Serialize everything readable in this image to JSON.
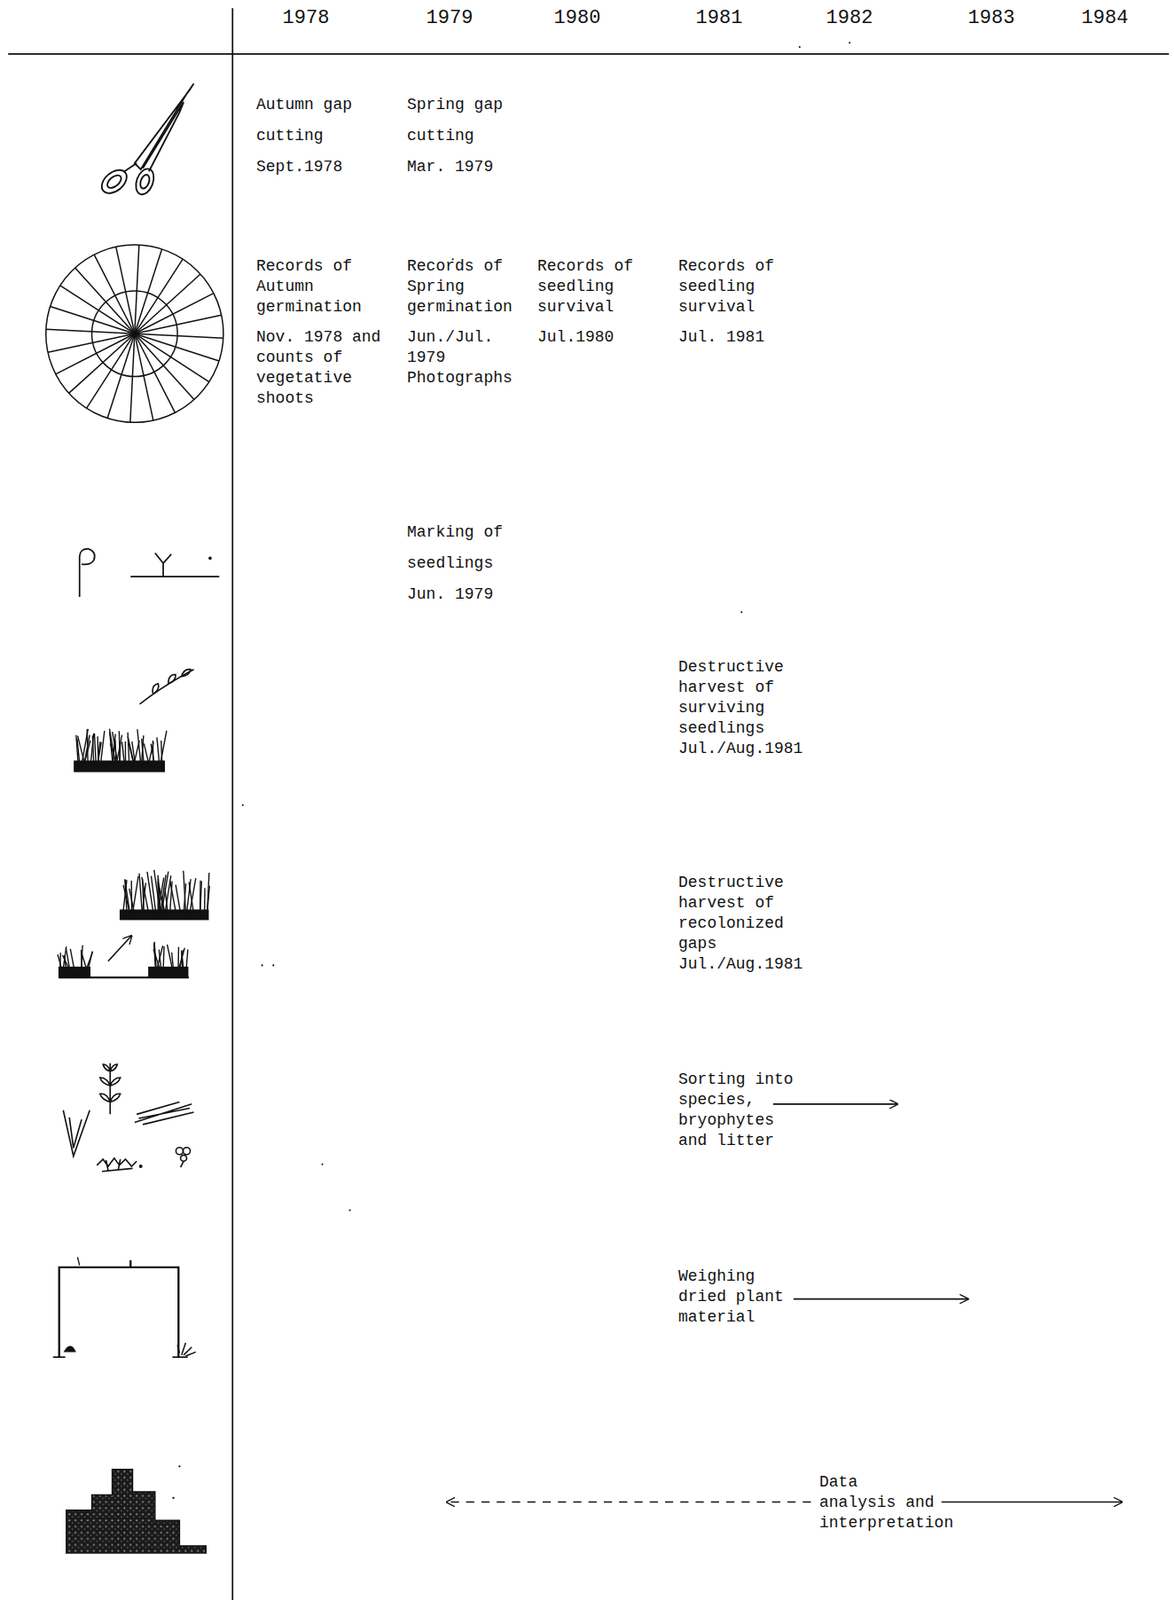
{
  "diagram": {
    "labels": [
      "1978",
      "1979",
      "1980",
      "1981",
      "1982",
      "1983",
      "1984",
      "Autumn gap cutting Sept.1978",
      "Spring gap cutting Mar. 1979",
      "Records of Autumn germination",
      "Nov. 1978 and counts of vegetative shoots",
      "Records of Spring germination",
      "Jun./Jul. 1979 Photographs",
      "Records of seedling survival",
      "Jul.1980",
      "Records of seedling survival",
      "Jul. 1981",
      "Marking of seedlings Jun. 1979",
      "Destructive harvest of surviving seedlings Jul./Aug.1981",
      "Destructive harvest of recolonized gaps Jul./Aug.1981",
      "Sorting into species, bryophytes and litter",
      "Weighing dried plant material",
      "Data analysis and interpretation"
    ]
  }
}
